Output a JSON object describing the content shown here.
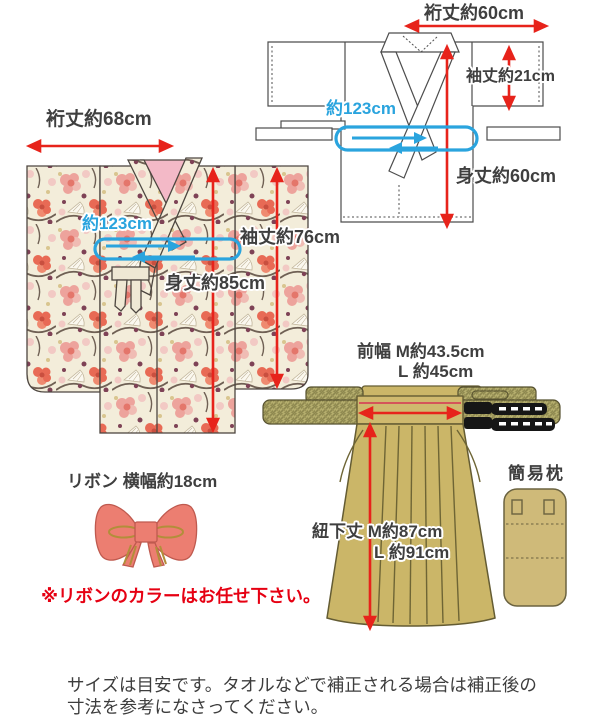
{
  "colors": {
    "arrow_red": "#e7231b",
    "measure_blue": "#2aa4de",
    "note_red": "#e60012",
    "text_dark": "#3f3f3f",
    "hakama_khaki": "#cbb668",
    "hakama_outline": "#645c33",
    "strap_weave": "#b3ac6c",
    "pillow_tan": "#cfba79",
    "bow_pink": "#ec7e71",
    "bow_gold": "#b28e3a",
    "collar_pink": "#f3b9c7",
    "kimono_cream": "#f3edda"
  },
  "juban": {
    "yukitake_label": "裄丈約60cm",
    "sodetake_label": "袖丈約21cm",
    "wrap_label": "約123cm",
    "mitake_label": "身丈約60cm"
  },
  "kimono": {
    "yukitake_label": "裄丈約68cm",
    "wrap_label": "約123cm",
    "sodetake_label": "袖丈約76cm",
    "mitake_label": "身丈約85cm"
  },
  "hakama": {
    "maehaba_label_line1": "前幅 M約43.5cm",
    "maehaba_label_line2": "L 約45cm",
    "himoshitatake_label_line1": "紐下丈 M約87cm",
    "himoshitatake_label_line2": "L 約91cm",
    "pillow_label": "簡易枕"
  },
  "ribbon": {
    "label": "リボン 横幅約18cm",
    "color_note": "※リボンのカラーはお任せ下さい。"
  },
  "footer": {
    "line1": "サイズは目安です。タオルなどで補正される場合は補正後の",
    "line2": "寸法を参考になさってください。"
  }
}
